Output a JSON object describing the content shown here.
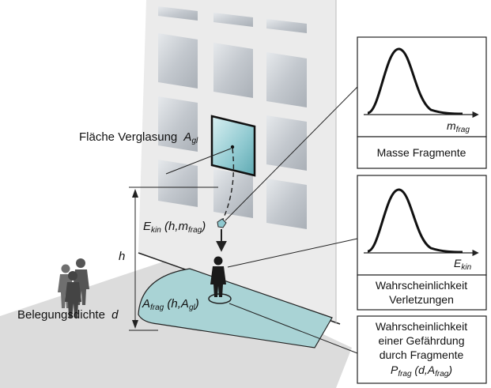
{
  "labels": {
    "glazing_area": "Fläche Verglasung",
    "glazing_var": "A",
    "glazing_sub": "gl",
    "ekin_var": "E",
    "ekin_sub": "kin",
    "ekin_args_open": " (h,m",
    "ekin_args_sub": "frag",
    "ekin_args_close": ")",
    "height": "h",
    "afrag_var": "A",
    "afrag_sub": "frag",
    "afrag_args_open": " (h,A",
    "afrag_args_sub": "gl",
    "afrag_args_close": ")",
    "occupancy": "Belegungsdichte",
    "occupancy_var": "d"
  },
  "boxes": {
    "mass": {
      "axis_var": "m",
      "axis_sub": "frag",
      "caption": "Masse Fragmente"
    },
    "injury": {
      "axis_var": "E",
      "axis_sub": "kin",
      "caption_line1": "Wahrscheinlichkeit",
      "caption_line2": "Verletzungen"
    },
    "hazard": {
      "line1": "Wahrscheinlichkeit",
      "line2": "einer Gefährdung",
      "line3": "durch Fragmente",
      "p_var": "P",
      "p_sub": "frag",
      "p_args_open": " (d,A",
      "p_args_sub": "frag",
      "p_args_close": ")"
    }
  },
  "colors": {
    "ground": "#dcdcdc",
    "facade": "#ececec",
    "window_glass": "#c8cdd3",
    "broken_pane": "#8fc9d0",
    "fragment_zone": "#a9d3d5",
    "line": "#222222"
  }
}
